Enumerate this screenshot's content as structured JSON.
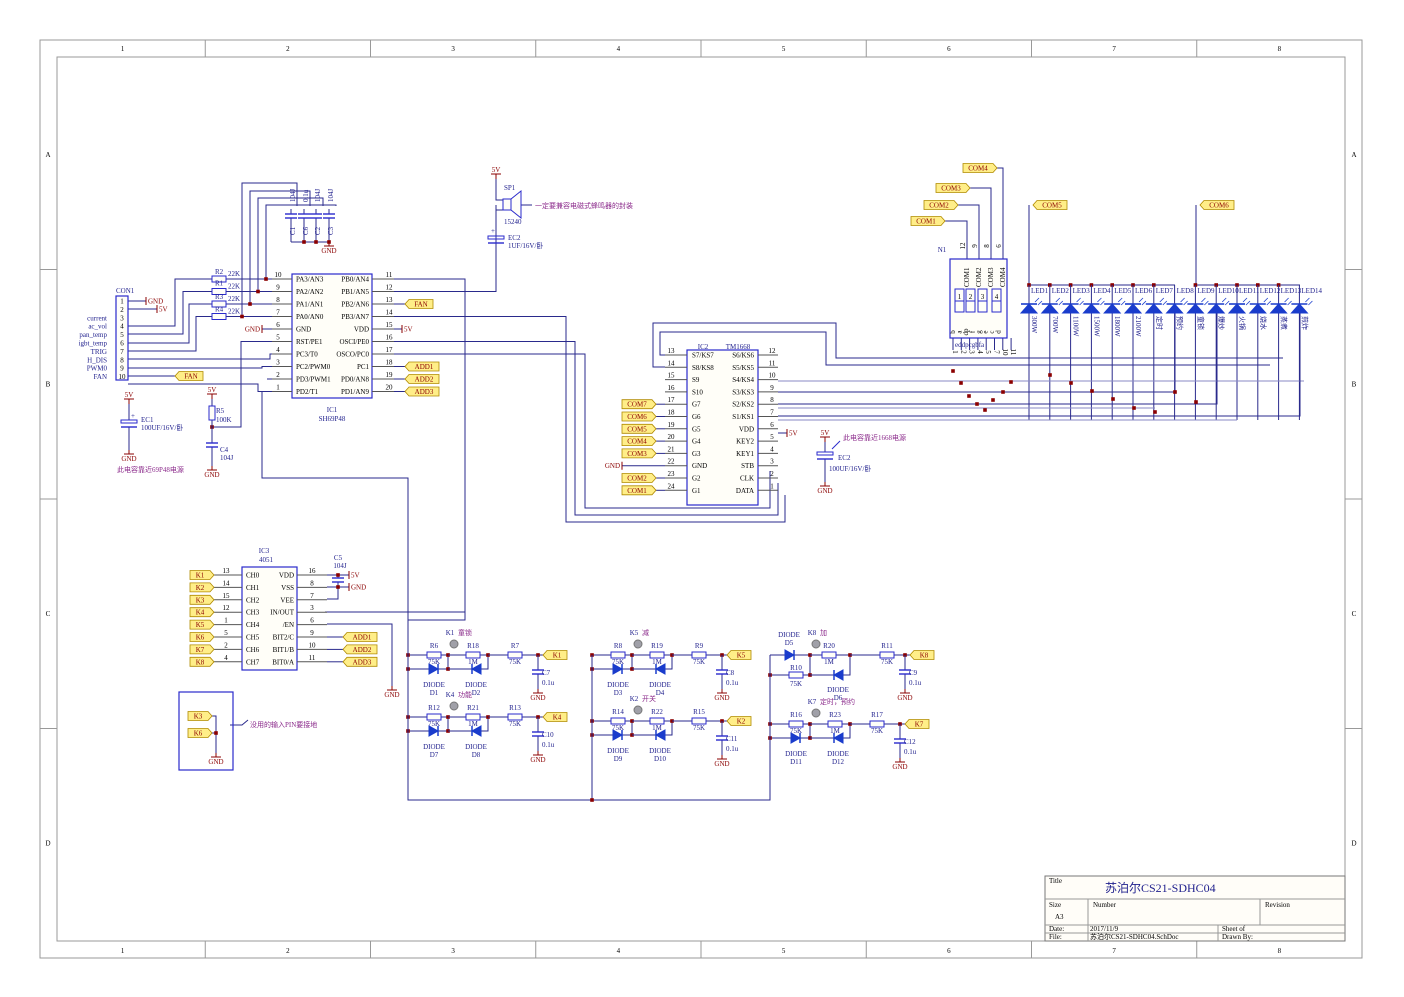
{
  "frame": {
    "columns": [
      "1",
      "2",
      "3",
      "4",
      "5",
      "6",
      "7",
      "8"
    ],
    "rows": [
      "A",
      "B",
      "C",
      "D"
    ]
  },
  "title_block": {
    "title_label": "Title",
    "title": "苏泊尔CS21-SDHC04",
    "size_label": "Size",
    "size": "A3",
    "number_label": "Number",
    "revision_label": "Revision",
    "date_label": "Date:",
    "date": "2017/11/9",
    "file_label": "File:",
    "file": "苏泊尔CS21-SDHC04.SchDoc",
    "sheet_label": "Sheet    of",
    "drawn_label": "Drawn By:"
  },
  "con1": {
    "ref": "CON1",
    "pins": [
      "1",
      "2",
      "3",
      "4",
      "5",
      "6",
      "7",
      "8",
      "9",
      "10"
    ],
    "signals": [
      "",
      "",
      "current",
      "ac_vol",
      "pan_temp",
      "igbt_temp",
      "TRIG",
      "H_DIS",
      "PWM0",
      "FAN"
    ],
    "gnd": "GND",
    "vcc": "5V",
    "fan_port": "FAN"
  },
  "resistors_left": [
    {
      "ref": "R2",
      "value": "22K"
    },
    {
      "ref": "R1",
      "value": "22K"
    },
    {
      "ref": "R3",
      "value": "22K"
    },
    {
      "ref": "R4",
      "value": "22K"
    }
  ],
  "ic1": {
    "ref": "IC1",
    "part": "SH69P48",
    "left_pins": [
      {
        "num": "10",
        "name": "PA3/AN3"
      },
      {
        "num": "9",
        "name": "PA2/AN2"
      },
      {
        "num": "8",
        "name": "PA1/AN1"
      },
      {
        "num": "7",
        "name": "PA0/AN0"
      },
      {
        "num": "6",
        "name": "GND"
      },
      {
        "num": "5",
        "name": "RST/PE1"
      },
      {
        "num": "4",
        "name": "PC3/T0"
      },
      {
        "num": "3",
        "name": "PC2/PWM0"
      },
      {
        "num": "2",
        "name": "PD3/PWM1"
      },
      {
        "num": "1",
        "name": "PD2/T1"
      }
    ],
    "right_pins": [
      {
        "num": "11",
        "name": "PB0/AN4"
      },
      {
        "num": "12",
        "name": "PB1/AN5"
      },
      {
        "num": "13",
        "name": "PB2/AN6"
      },
      {
        "num": "14",
        "name": "PB3/AN7"
      },
      {
        "num": "15",
        "name": "VDD"
      },
      {
        "num": "16",
        "name": "OSCI/PE0"
      },
      {
        "num": "17",
        "name": "OSCO/PC0"
      },
      {
        "num": "18",
        "name": "PC1"
      },
      {
        "num": "19",
        "name": "PD0/AN8"
      },
      {
        "num": "20",
        "name": "PD1/AN9"
      }
    ],
    "ports": {
      "fan": "FAN",
      "add1": "ADD1",
      "add2": "ADD2",
      "add3": "ADD3",
      "gnd": "GND",
      "vdd": "5V"
    }
  },
  "decoupling_caps": [
    {
      "ref": "C1",
      "value": "104J"
    },
    {
      "ref": "C6",
      "value": "0.1u"
    },
    {
      "ref": "C2",
      "value": "104J"
    },
    {
      "ref": "C3",
      "value": "104J"
    }
  ],
  "decoupling_gnd": "GND",
  "reset": {
    "r_ref": "R5",
    "r_value": "100K",
    "c_ref": "C4",
    "c_value": "104J",
    "vcc": "5V",
    "gnd": "GND"
  },
  "ec1": {
    "ref": "EC1",
    "value": "100UF/16V/卧",
    "vcc": "5V",
    "gnd": "GND",
    "note": "此电容靠近69P48电源"
  },
  "buzzer": {
    "ref": "SP1",
    "part": "15240",
    "vcc": "5V",
    "note": "一定要兼容电磁式蜂鸣器的封装",
    "cap_ref": "EC2",
    "cap_value": "1UF/16V/卧"
  },
  "ic2": {
    "ref": "IC2",
    "part": "TM1668",
    "left_pins": [
      {
        "num": "13",
        "name": "S7/KS7"
      },
      {
        "num": "14",
        "name": "S8/KS8"
      },
      {
        "num": "15",
        "name": "S9"
      },
      {
        "num": "16",
        "name": "S10"
      },
      {
        "num": "17",
        "name": "G7"
      },
      {
        "num": "18",
        "name": "G6"
      },
      {
        "num": "19",
        "name": "G5"
      },
      {
        "num": "20",
        "name": "G4"
      },
      {
        "num": "21",
        "name": "G3"
      },
      {
        "num": "22",
        "name": "GND"
      },
      {
        "num": "23",
        "name": "G2"
      },
      {
        "num": "24",
        "name": "G1"
      }
    ],
    "right_pins": [
      {
        "num": "12",
        "name": "S6/KS6"
      },
      {
        "num": "11",
        "name": "S5/KS5"
      },
      {
        "num": "10",
        "name": "S4/KS4"
      },
      {
        "num": "9",
        "name": "S3/KS3"
      },
      {
        "num": "8",
        "name": "S2/KS2"
      },
      {
        "num": "7",
        "name": "S1/KS1"
      },
      {
        "num": "6",
        "name": "VDD"
      },
      {
        "num": "5",
        "name": "KEY2"
      },
      {
        "num": "4",
        "name": "KEY1"
      },
      {
        "num": "3",
        "name": "STB"
      },
      {
        "num": "2",
        "name": "CLK"
      },
      {
        "num": "1",
        "name": "DATA"
      }
    ],
    "left_ports": [
      "",
      "",
      "",
      "",
      "COM7",
      "COM6",
      "COM5",
      "COM4",
      "COM3",
      "GND",
      "COM2",
      "COM1"
    ],
    "vdd": "5V"
  },
  "ec2b": {
    "ref": "EC2",
    "value": "100UF/16V/卧",
    "vcc": "5V",
    "gnd": "GND",
    "note": "此电容靠近1668电源"
  },
  "display": {
    "ref": "N1",
    "com_ports": [
      "COM1",
      "COM2",
      "COM3",
      "COM4"
    ],
    "com_pins": [
      "12",
      "9",
      "8",
      "6"
    ],
    "com_labels": [
      "COM1",
      "COM2",
      "COM3",
      "COM4"
    ],
    "digits": [
      "1",
      "2",
      "3",
      "4"
    ],
    "seg_labels": [
      "b",
      "a",
      "dp",
      "f",
      "g",
      "e",
      "c",
      "d"
    ],
    "bottom_pins": [
      "1",
      "2",
      "3",
      "4",
      "5",
      "7",
      "10",
      "11"
    ],
    "bottom_seg": [
      "e",
      "d",
      "dp",
      "c",
      "g",
      "b",
      "f",
      "a"
    ]
  },
  "leds": {
    "com_a": "COM5",
    "com_b": "COM6",
    "items": [
      {
        "ref": "LED1",
        "label": "300W"
      },
      {
        "ref": "LED2",
        "label": "700W"
      },
      {
        "ref": "LED3",
        "label": "1100W"
      },
      {
        "ref": "LED4",
        "label": "1500W"
      },
      {
        "ref": "LED5",
        "label": "1800W"
      },
      {
        "ref": "LED6",
        "label": "2100W"
      },
      {
        "ref": "LED7",
        "label": "定时"
      },
      {
        "ref": "LED8",
        "label": "预约"
      },
      {
        "ref": "LED9",
        "label": "童锁"
      },
      {
        "ref": "LED10",
        "label": "爆炒"
      },
      {
        "ref": "LED11",
        "label": "火锅"
      },
      {
        "ref": "LED12",
        "label": "烧水"
      },
      {
        "ref": "LED13",
        "label": "蒸煮"
      },
      {
        "ref": "LED14",
        "label": "煎炸"
      }
    ]
  },
  "ic3": {
    "ref": "IC3",
    "part": "4051",
    "left_pins": [
      {
        "num": "13",
        "name": "CH0",
        "port": "K1"
      },
      {
        "num": "14",
        "name": "CH1",
        "port": "K2"
      },
      {
        "num": "15",
        "name": "CH2",
        "port": "K3"
      },
      {
        "num": "12",
        "name": "CH3",
        "port": "K4"
      },
      {
        "num": "1",
        "name": "CH4",
        "port": "K5"
      },
      {
        "num": "5",
        "name": "CH5",
        "port": "K6"
      },
      {
        "num": "2",
        "name": "CH6",
        "port": "K7"
      },
      {
        "num": "4",
        "name": "CH7",
        "port": "K8"
      }
    ],
    "right_pins": [
      {
        "num": "16",
        "name": "VDD",
        "port": "5V"
      },
      {
        "num": "8",
        "name": "VSS",
        "port": "GND"
      },
      {
        "num": "7",
        "name": "VEE",
        "port": ""
      },
      {
        "num": "3",
        "name": "IN/OUT",
        "port": ""
      },
      {
        "num": "6",
        "name": "/EN",
        "port": ""
      },
      {
        "num": "9",
        "name": "BIT2/C",
        "port": "ADD1"
      },
      {
        "num": "10",
        "name": "BIT1/B",
        "port": "ADD2"
      },
      {
        "num": "11",
        "name": "BIT0/A",
        "port": "ADD3"
      }
    ],
    "cap_ref": "C5",
    "cap_value": "104J",
    "gnd": "GND"
  },
  "unused_box": {
    "ports": [
      "K3",
      "K6"
    ],
    "gnd": "GND",
    "note": "没用的输入PIN要接地"
  },
  "keys": [
    {
      "key": "K1",
      "name": "童锁",
      "r1": {
        "ref": "R6",
        "value": "75K"
      },
      "r2": {
        "ref": "R18",
        "value": "1M"
      },
      "r3": {
        "ref": "R7",
        "value": "75K"
      },
      "d1": {
        "ref": "D1",
        "value": "DIODE"
      },
      "d2": {
        "ref": "D2",
        "value": "DIODE"
      },
      "cap": {
        "ref": "C7",
        "value": "0.1u"
      },
      "port": "K1",
      "gnd": "GND"
    },
    {
      "key": "K4",
      "name": "功能",
      "r1": {
        "ref": "R12",
        "value": "75K"
      },
      "r2": {
        "ref": "R21",
        "value": "1M"
      },
      "r3": {
        "ref": "R13",
        "value": "75K"
      },
      "d1": {
        "ref": "D7",
        "value": "DIODE"
      },
      "d2": {
        "ref": "D8",
        "value": "DIODE"
      },
      "cap": {
        "ref": "C10",
        "value": "0.1u"
      },
      "port": "K4",
      "gnd": "GND"
    },
    {
      "key": "K5",
      "name": "减",
      "r1": {
        "ref": "R8",
        "value": "75K"
      },
      "r2": {
        "ref": "R19",
        "value": "1M"
      },
      "r3": {
        "ref": "R9",
        "value": "75K"
      },
      "d1": {
        "ref": "D3",
        "value": "DIODE"
      },
      "d2": {
        "ref": "D4",
        "value": "DIODE"
      },
      "cap": {
        "ref": "C8",
        "value": "0.1u"
      },
      "port": "K5",
      "gnd": "GND"
    },
    {
      "key": "K2",
      "name": "开关",
      "r1": {
        "ref": "R14",
        "value": "75K"
      },
      "r2": {
        "ref": "R22",
        "value": "1M"
      },
      "r3": {
        "ref": "R15",
        "value": "75K"
      },
      "d1": {
        "ref": "D9",
        "value": "DIODE"
      },
      "d2": {
        "ref": "D10",
        "value": "DIODE"
      },
      "cap": {
        "ref": "C11",
        "value": "0.1u"
      },
      "port": "K2",
      "gnd": "GND"
    },
    {
      "key": "K8",
      "name": "加",
      "r1": {
        "ref": "R10",
        "value": "75K"
      },
      "r2": {
        "ref": "R20",
        "value": "1M"
      },
      "r3": {
        "ref": "R11",
        "value": "75K"
      },
      "d1": {
        "ref": "D5",
        "value": "DIODE"
      },
      "d2": {
        "ref": "D6",
        "value": "DIODE"
      },
      "cap": {
        "ref": "C9",
        "value": "0.1u"
      },
      "port": "K8",
      "gnd": "GND"
    },
    {
      "key": "K7",
      "name": "定时，预约",
      "r1": {
        "ref": "R16",
        "value": "75K"
      },
      "r2": {
        "ref": "R23",
        "value": "1M"
      },
      "r3": {
        "ref": "R17",
        "value": "75K"
      },
      "d1": {
        "ref": "D11",
        "value": "DIODE"
      },
      "d2": {
        "ref": "D12",
        "value": "DIODE"
      },
      "cap": {
        "ref": "C12",
        "value": "0.1u"
      },
      "port": "K7",
      "gnd": "GND"
    }
  ]
}
